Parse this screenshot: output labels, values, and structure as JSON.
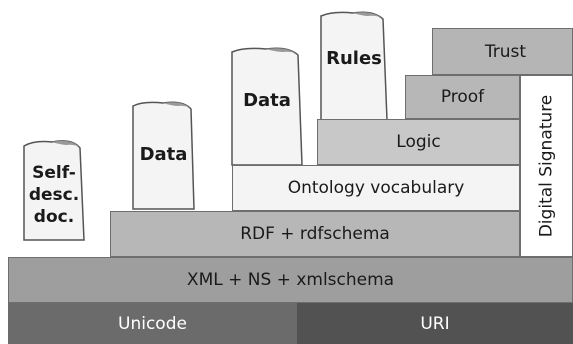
{
  "layers": {
    "unicode": "Unicode",
    "uri": "URI",
    "xml": "XML + NS + xmlschema",
    "rdf": "RDF + rdfschema",
    "ontology": "Ontology vocabulary",
    "logic": "Logic",
    "proof": "Proof",
    "trust": "Trust",
    "digital_signature": "Digital Signature"
  },
  "documents": {
    "self_desc": "Self-\ndesc.\ndoc.",
    "data_1": "Data",
    "data_2": "Data",
    "rules": "Rules"
  },
  "colors": {
    "unicode": "#6b6b6b",
    "uri": "#525252",
    "xml": "#9e9e9e",
    "rdf": "#b7b7b7",
    "ontology": "#f4f4f4",
    "logic": "#c8c8c8",
    "proof": "#b7b7b7",
    "trust": "#b5b5b5"
  }
}
